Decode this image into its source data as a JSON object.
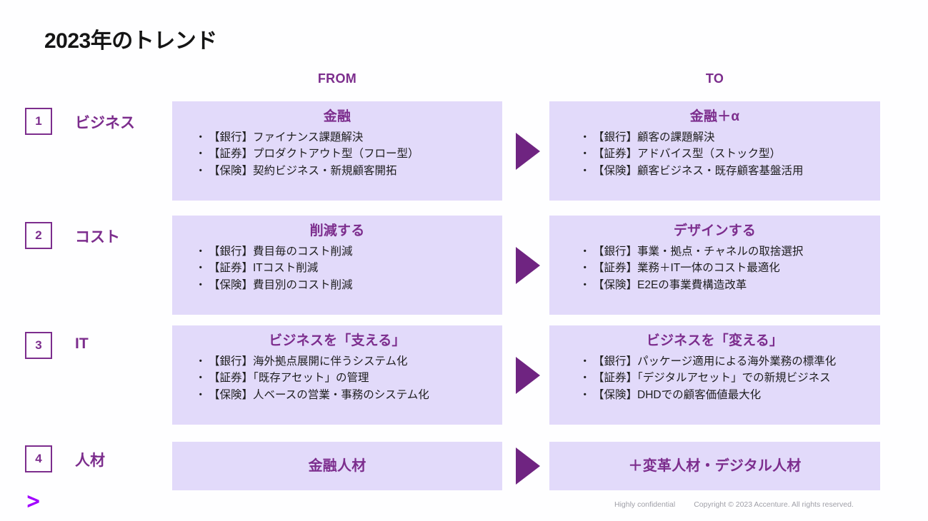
{
  "slide": {
    "title": "2023年のトレンド",
    "accent_purple": "#7c2d8d",
    "panel_fill": "#e2dafa",
    "arrow_purple": "#6f2481",
    "logo_purple": "#a100ff"
  },
  "columns": {
    "from_label": "FROM",
    "to_label": "TO"
  },
  "rows": [
    {
      "number": "1",
      "category": "ビジネス",
      "from": {
        "title": "金融",
        "bullets": [
          "【銀行】ファイナンス課題解決",
          "【証券】プロダクトアウト型（フロー型）",
          "【保険】契約ビジネス・新規顧客開拓"
        ]
      },
      "to": {
        "title": "金融＋α",
        "bullets": [
          "【銀行】顧客の課題解決",
          "【証券】アドバイス型（ストック型）",
          "【保険】顧客ビジネス・既存顧客基盤活用"
        ]
      }
    },
    {
      "number": "2",
      "category": "コスト",
      "from": {
        "title": "削減する",
        "bullets": [
          "【銀行】費目毎のコスト削減",
          "【証券】ITコスト削減",
          "【保険】費目別のコスト削減"
        ]
      },
      "to": {
        "title": "デザインする",
        "bullets": [
          "【銀行】事業・拠点・チャネルの取捨選択",
          "【証券】業務＋IT一体のコスト最適化",
          "【保険】E2Eの事業費構造改革"
        ]
      }
    },
    {
      "number": "3",
      "category": "IT",
      "from": {
        "title": "ビジネスを「支える」",
        "bullets": [
          "【銀行】海外拠点展開に伴うシステム化",
          "【証券】「既存アセット」の管理",
          "【保険】人ベースの営業・事務のシステム化"
        ]
      },
      "to": {
        "title": "ビジネスを「変える」",
        "bullets": [
          "【銀行】パッケージ適用による海外業務の標準化",
          "【証券】「デジタルアセット」での新規ビジネス",
          "【保険】DHDでの顧客価値最大化"
        ]
      }
    },
    {
      "number": "4",
      "category": "人材",
      "from": {
        "title": "金融人材",
        "bullets": []
      },
      "to": {
        "title": "＋変革人材・デジタル人材",
        "bullets": []
      }
    }
  ],
  "logo": {
    "mark": ">"
  },
  "footer": {
    "confidentiality": "Highly confidential",
    "copyright": "Copyright © 2023 Accenture. All rights reserved."
  }
}
